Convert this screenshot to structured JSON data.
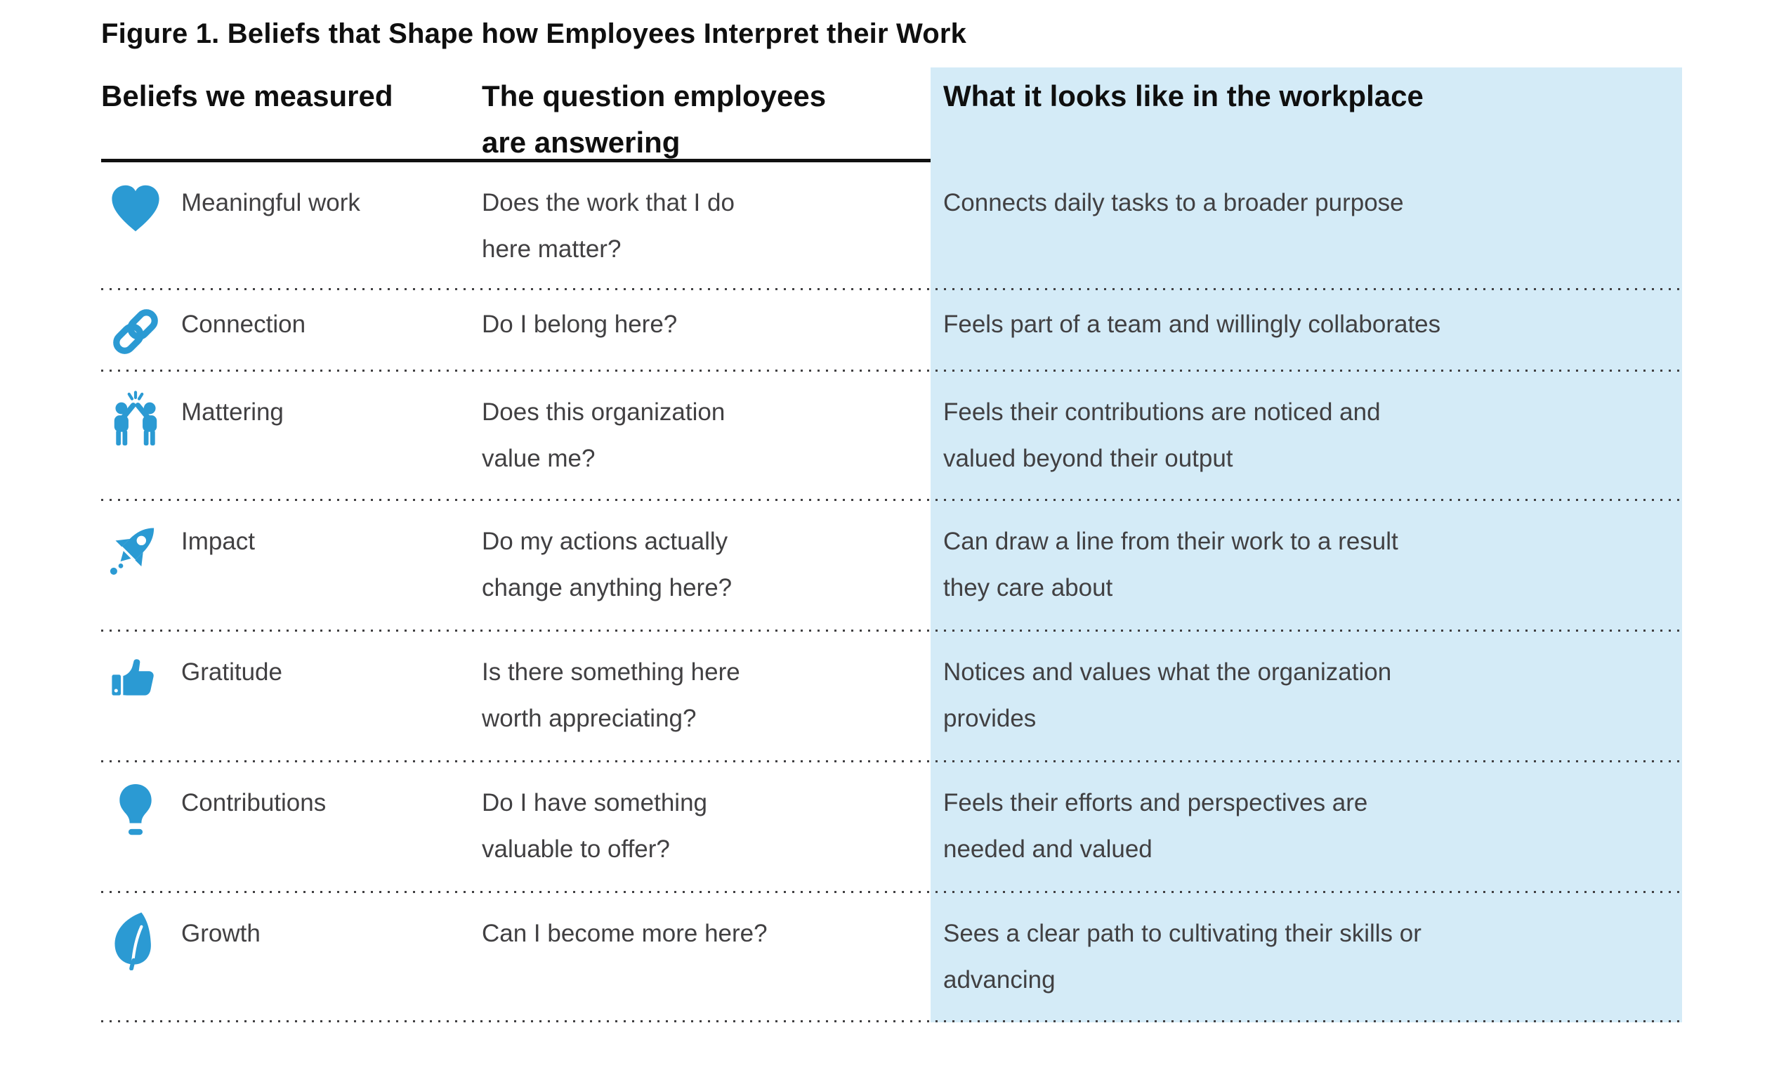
{
  "figure": {
    "title": "Figure 1. Beliefs that Shape how Employees Interpret their Work"
  },
  "table": {
    "headers": {
      "beliefs": "Beliefs we measured",
      "question": "The question employees\nare answering",
      "workplace": "What it looks like in the workplace"
    },
    "rows": [
      {
        "icon": "heart-icon",
        "belief": "Meaningful work",
        "question": "Does the work that I do\nhere matter?",
        "workplace": "Connects daily tasks to a broader purpose"
      },
      {
        "icon": "chain-link-icon",
        "belief": "Connection",
        "question": "Do I belong here?",
        "workplace": "Feels part of a team and willingly collaborates"
      },
      {
        "icon": "high-five-icon",
        "belief": "Mattering",
        "question": "Does this organization\nvalue me?",
        "workplace": "Feels their contributions are noticed and\nvalued beyond their output"
      },
      {
        "icon": "rocket-icon",
        "belief": "Impact",
        "question": "Do my actions actually\nchange anything here?",
        "workplace": "Can draw a line from their work to a result\nthey care about"
      },
      {
        "icon": "thumbs-up-icon",
        "belief": "Gratitude",
        "question": "Is there something here\nworth appreciating?",
        "workplace": "Notices and values what the organization\nprovides"
      },
      {
        "icon": "lightbulb-icon",
        "belief": "Contributions",
        "question": "Do I have something\nvaluable to offer?",
        "workplace": "Feels their efforts and perspectives are\nneeded and valued"
      },
      {
        "icon": "leaf-icon",
        "belief": "Growth",
        "question": "Can I become more here?",
        "workplace": "Sees a clear path to cultivating their skills or\nadvancing"
      }
    ]
  },
  "colors": {
    "accent_blue": "#2b9ad3",
    "highlight_blue": "#d4ebf7",
    "header_ink": "#0f0f0f",
    "body_ink": "#414042"
  }
}
